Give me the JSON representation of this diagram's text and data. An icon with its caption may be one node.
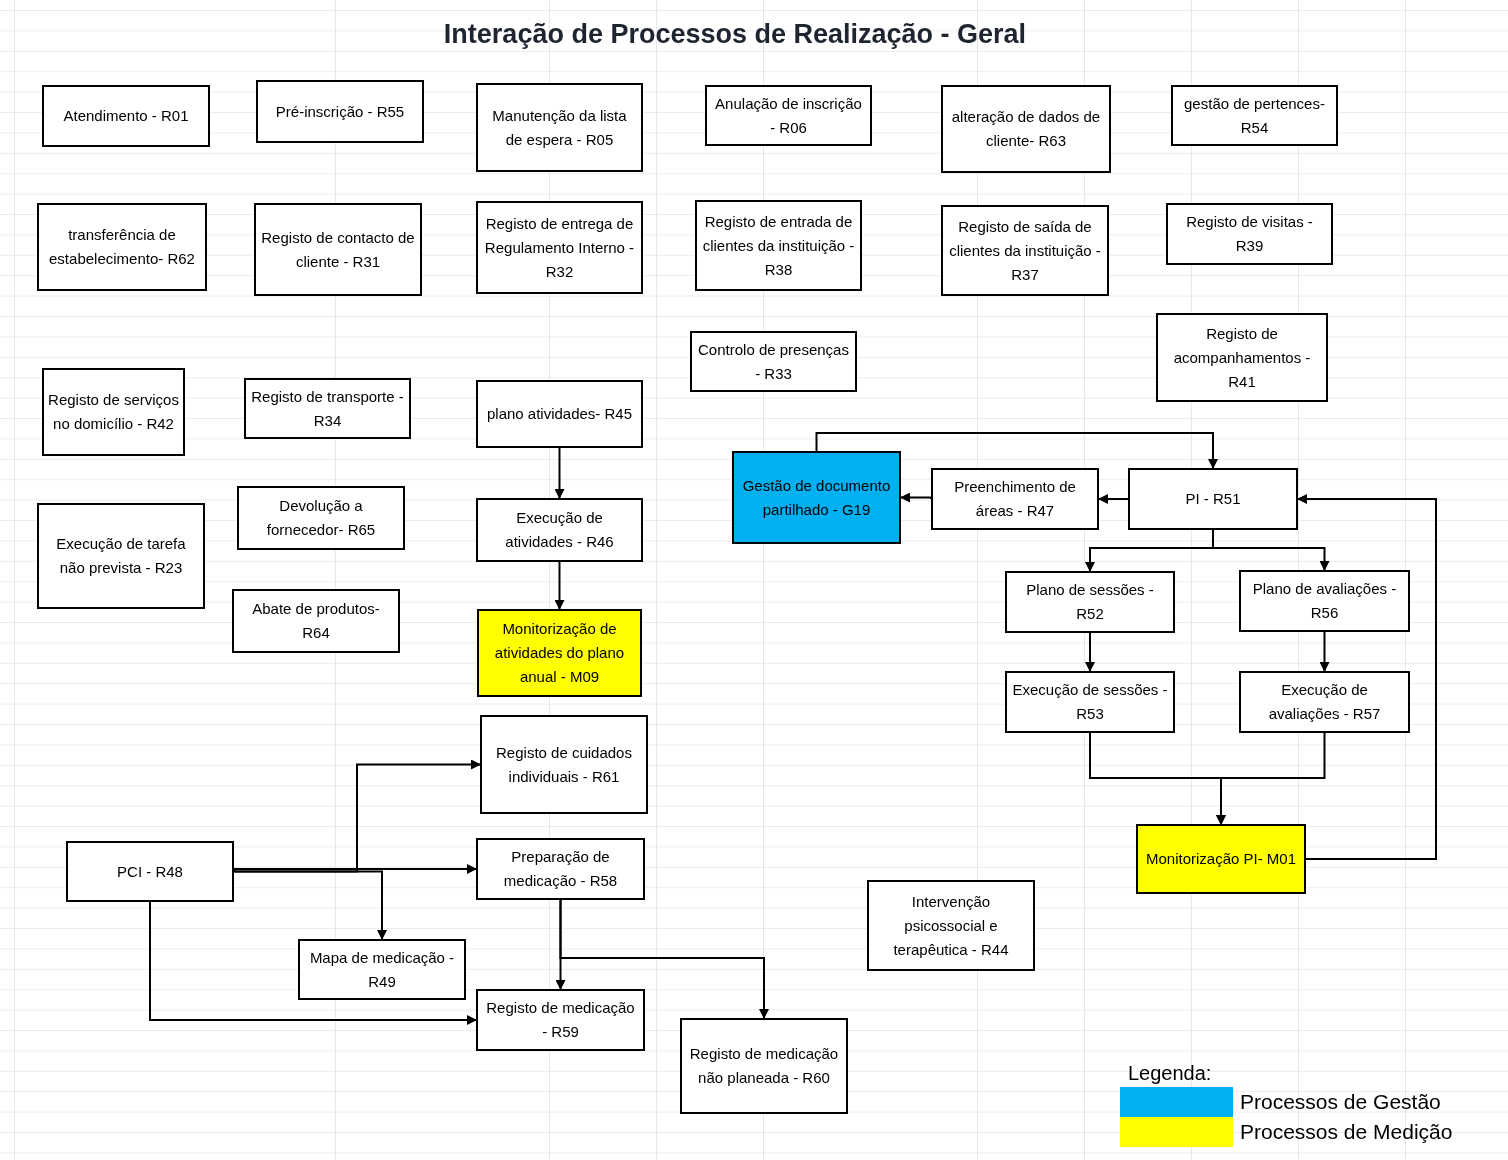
{
  "diagram": {
    "title": "Interação de Processos de Realização - Geral",
    "nodes": [
      {
        "text": [
          "Atendimento - R01"
        ]
      },
      {
        "text": [
          "Pré-inscrição - R55"
        ]
      },
      {
        "text": [
          "Manutenção da lista de espera - R05"
        ]
      },
      {
        "text": [
          "Anulação de inscrição - R06"
        ]
      },
      {
        "text": [
          "alteração de dados de cliente- R63"
        ]
      },
      {
        "text": [
          "gestão de pertences- R54"
        ]
      },
      {
        "text": [
          "transferência de estabelecimento- R62"
        ]
      },
      {
        "text": [
          "Registo de contacto de cliente - R31"
        ]
      },
      {
        "text": [
          "Registo de entrega de Regulamento Interno - R32"
        ]
      },
      {
        "text": [
          "Registo de entrada de clientes da instituição - R38"
        ]
      },
      {
        "text": [
          "Registo de saída de clientes da instituição - R37"
        ]
      },
      {
        "text": [
          "Registo de visitas - R39"
        ]
      },
      {
        "text": [
          "Controlo de presenças - R33"
        ]
      },
      {
        "text": [
          "Registo de acompanhamentos - R41"
        ]
      },
      {
        "text": [
          "Registo de serviços no domicílio - R42"
        ]
      },
      {
        "text": [
          "Registo de transporte - R34"
        ]
      },
      {
        "text": [
          "plano atividades- R45"
        ]
      },
      {
        "text": [
          "Devolução a fornecedor- R65"
        ]
      },
      {
        "text": [
          "Execução de atividades - R46"
        ]
      },
      {
        "text": [
          "Execução de tarefa não prevista - R23"
        ]
      },
      {
        "text": [
          "Abate de produtos- R64"
        ]
      },
      {
        "text": [
          "Monitorização de atividades do plano anual - M09"
        ]
      },
      {
        "text": [
          "Gestão de documento partilhado - G19"
        ]
      },
      {
        "text": [
          "Preenchimento de áreas - R47"
        ]
      },
      {
        "text": [
          "PI - R51"
        ]
      },
      {
        "text": [
          "Plano de sessões - R52"
        ]
      },
      {
        "text": [
          "Plano de avaliações - R56"
        ]
      },
      {
        "text": [
          "Execução de sessões - R53"
        ]
      },
      {
        "text": [
          "Execução de avaliações - R57"
        ]
      },
      {
        "text": [
          "Registo de cuidados individuais - R61"
        ]
      },
      {
        "text": [
          "Monitorização PI- M01"
        ]
      },
      {
        "text": [
          "PCI - R48"
        ]
      },
      {
        "text": [
          "Preparação de medicação - R58"
        ]
      },
      {
        "text": [
          "Intervenção psicossocial e terapêutica - R44"
        ]
      },
      {
        "text": [
          "Mapa de medicação - R49"
        ]
      },
      {
        "text": [
          "Registo de medicação - R59"
        ]
      },
      {
        "text": [
          "Registo de medicação não planeada - R60"
        ]
      }
    ],
    "edges": [
      {
        "from": 16,
        "to": 18,
        "arrow": "to"
      },
      {
        "from": 18,
        "to": 21,
        "arrow": "to"
      },
      {
        "from": 22,
        "to": 24,
        "arrow": "to"
      },
      {
        "from": 24,
        "to": 23,
        "arrow": "to"
      },
      {
        "from": 23,
        "to": 22,
        "arrow": "to"
      },
      {
        "from": 24,
        "to": 25,
        "arrow": "to"
      },
      {
        "from": 24,
        "to": 26,
        "arrow": "to"
      },
      {
        "from": 25,
        "to": 27,
        "arrow": "to"
      },
      {
        "from": 26,
        "to": 28,
        "arrow": "to"
      },
      {
        "from": 27,
        "to": 30,
        "arrow": "to"
      },
      {
        "from": 28,
        "to": 30,
        "arrow": "to"
      },
      {
        "from": 30,
        "to": 24,
        "arrow": "to"
      },
      {
        "from": 31,
        "to": 29,
        "arrow": "to"
      },
      {
        "from": 31,
        "to": 32,
        "arrow": "to"
      },
      {
        "from": 31,
        "to": 34,
        "arrow": "to"
      },
      {
        "from": 31,
        "to": 35,
        "arrow": "to"
      },
      {
        "from": 32,
        "to": 35,
        "arrow": "to"
      },
      {
        "from": 32,
        "to": 36,
        "arrow": "to"
      }
    ],
    "labels": [
      "Legenda:"
    ],
    "legend": [
      {
        "text": "Processos de Gestão",
        "color": "#00b0f0"
      },
      {
        "text": "Processos de Medição",
        "color": "#ffff00"
      }
    ]
  }
}
